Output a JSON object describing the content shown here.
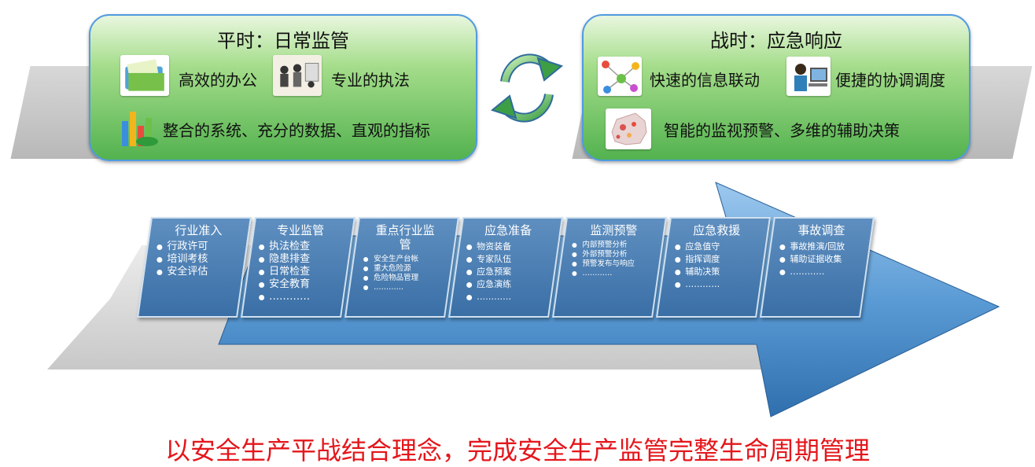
{
  "peacetime": {
    "title": "平时：日常监管",
    "features": [
      {
        "label": "高效的办公",
        "icon": "office-folder-icon"
      },
      {
        "label": "专业的执法",
        "icon": "law-enforcement-team-icon"
      },
      {
        "label": "整合的系统、充分的数据、直观的指标",
        "icon": "bar-chart-icon"
      }
    ]
  },
  "wartime": {
    "title": "战时：应急响应",
    "features": [
      {
        "label": "快速的信息联动",
        "icon": "network-nodes-icon"
      },
      {
        "label": "便捷的协调调度",
        "icon": "dispatcher-person-icon"
      },
      {
        "label": "智能的监视预警、多维的辅助决策",
        "icon": "region-map-icon"
      }
    ]
  },
  "cycle_icon": "cycle-arrows-icon",
  "stages": [
    {
      "title": "行业准入",
      "items": [
        "行政许可",
        "培训考核",
        "安全评估"
      ]
    },
    {
      "title": "专业监管",
      "items": [
        "执法检查",
        "隐患排查",
        "日常检查",
        "安全教育",
        "…………"
      ]
    },
    {
      "title": "重点行业监管",
      "items": [
        "安全生产台帐",
        "重大危险源",
        "危险物品管理",
        "…………"
      ]
    },
    {
      "title": "应急准备",
      "items": [
        "物资装备",
        "专家队伍",
        "应急预案",
        "应急演练",
        "…………"
      ]
    },
    {
      "title": "监测预警",
      "items": [
        "内部预警分析",
        "外部预警分析",
        "预警发布与响应",
        "…………"
      ]
    },
    {
      "title": "应急救援",
      "items": [
        "应急值守",
        "指挥调度",
        "辅助决策",
        "…………"
      ]
    },
    {
      "title": "事故调查",
      "items": [
        "事故推演/回放",
        "辅助证据收集",
        "…………"
      ]
    }
  ],
  "colors": {
    "panel_green": "#53b24f",
    "panel_border": "#4f9be0",
    "arrow_blue": "#5b9bd5",
    "stage_blue": "#3a6fa6",
    "slogan_red": "#e4161b"
  },
  "slogan": "以安全生产平战结合理念，完成安全生产监管完整生命周期管理"
}
